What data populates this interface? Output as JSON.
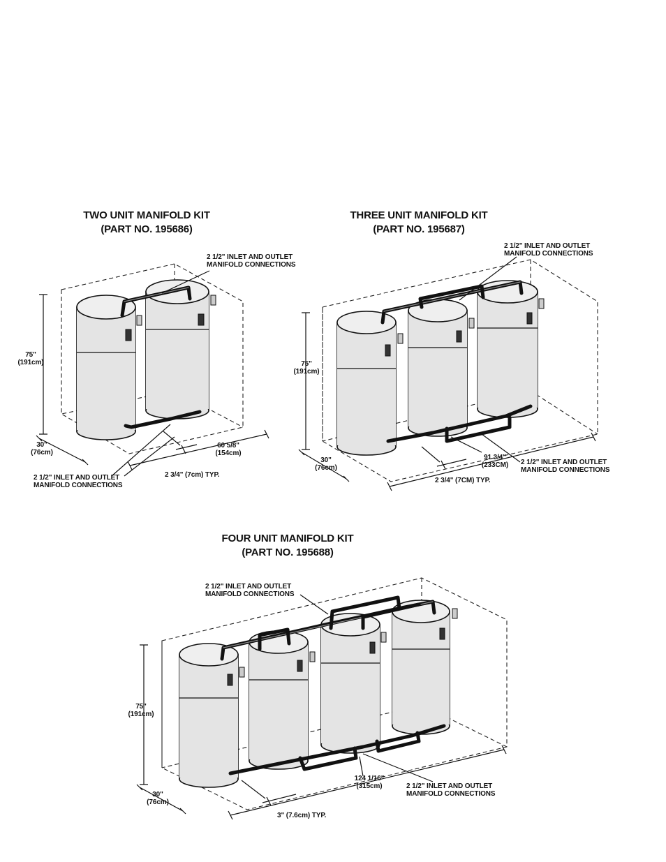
{
  "two_unit": {
    "title_line1": "TWO UNIT MANIFOLD KIT",
    "title_line2": "(PART NO. 195686)",
    "top_connections_line1": "2 1/2\" INLET AND OUTLET",
    "top_connections_line2": "MANIFOLD CONNECTIONS",
    "height_in": "75\"",
    "height_cm": "(191cm)",
    "depth_in": "30\"",
    "depth_cm": "(76cm)",
    "width_in": "60 5/8\"",
    "width_cm": "(154cm)",
    "gap": "2 3/4\" (7cm) TYP.",
    "bottom_connections_line1": "2 1/2\" INLET AND OUTLET",
    "bottom_connections_line2": "MANIFOLD CONNECTIONS"
  },
  "three_unit": {
    "title_line1": "THREE UNIT MANIFOLD KIT",
    "title_line2": "(PART NO. 195687)",
    "top_connections_line1": "2 1/2\" INLET AND OUTLET",
    "top_connections_line2": "MANIFOLD CONNECTIONS",
    "height_in": "75\"",
    "height_cm": "(191cm)",
    "depth_in": "30\"",
    "depth_cm": "(76cm)",
    "width_in": "91 3/4\"",
    "width_cm": "(233CM)",
    "gap": "2 3/4\" (7CM) TYP.",
    "bottom_connections_line1": "2 1/2\" INLET AND OUTLET",
    "bottom_connections_line2": "MANIFOLD CONNECTIONS"
  },
  "four_unit": {
    "title_line1": "FOUR UNIT MANIFOLD KIT",
    "title_line2": "(PART NO. 195688)",
    "top_connections_line1": "2 1/2\" INLET AND OUTLET",
    "top_connections_line2": "MANIFOLD CONNECTIONS",
    "height_in": "75\"",
    "height_cm": "(191cm)",
    "depth_in": "30\"",
    "depth_cm": "(76cm)",
    "width_in": "124 1/16\"",
    "width_cm": "(315cm)",
    "gap": "3\" (7.6cm) TYP.",
    "bottom_connections_line1": "2 1/2\" INLET AND OUTLET",
    "bottom_connections_line2": "MANIFOLD CONNECTIONS"
  }
}
